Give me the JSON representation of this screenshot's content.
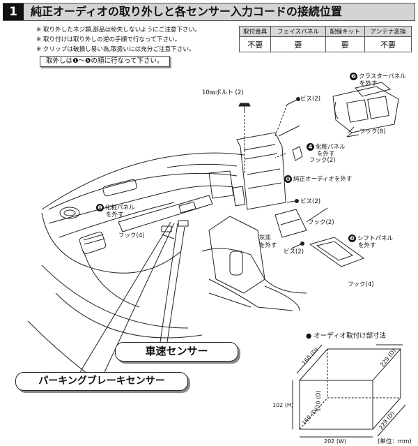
{
  "header": {
    "step": "1",
    "title": "純正オーディオの取り外しと各センサー入力コードの接続位置"
  },
  "notes": [
    "※ 取り外したネジ類,部品は紛失しないようにご注意下さい。",
    "※ 取り付けは取り外しの逆の手順で行なって下さい。",
    "※ クリップは破損し易い為,取扱いには充分ご注意下さい。"
  ],
  "order_instruction": "取外しは❶〜❺の順に行なって下さい。",
  "requirements_table": {
    "headers": [
      "取付金具",
      "フェイスパネル",
      "配線キット",
      "アンテナ変換"
    ],
    "values": [
      "不要",
      "要",
      "要",
      "不要"
    ]
  },
  "labels": {
    "bolt": "10㎜ボルト (2)",
    "screw_top": "ビス(2)",
    "cluster_num": "❷",
    "cluster_panel": "クラスターパネル",
    "remove": "を外す",
    "hook_8": "フック(8)",
    "trim_panel_right": "化粧パネル",
    "hook_2_upper": "フック(2)",
    "audio_num": "❺",
    "audio": "純正オーディオを外す",
    "screw_mid": "ビス(2)",
    "trim_num_left": "❶",
    "trim_panel_left": "化粧パネル",
    "hook_4_left": "フック(4)",
    "hook_2_lower": "フック(2)",
    "ashtray": "灰皿",
    "shift_num": "❸",
    "shift_panel": "シフトパネル",
    "screw_low": "ビス(2)",
    "hook_4_right": "フック(4)"
  },
  "callouts": {
    "speed_sensor": "車速センサー",
    "parking_brake_sensor": "パーキングブレーキセンサー"
  },
  "dimensions": {
    "title": "● オーディオ取付け部寸法",
    "top_left": "160 (D)",
    "top_right": "229 (D)",
    "height": "102 (H)",
    "inner_height": "170 (D)",
    "bottom_left": "160 (D)",
    "width": "202 (W)",
    "bottom_right": "229 (D)",
    "unit": "(単位：mm)"
  }
}
